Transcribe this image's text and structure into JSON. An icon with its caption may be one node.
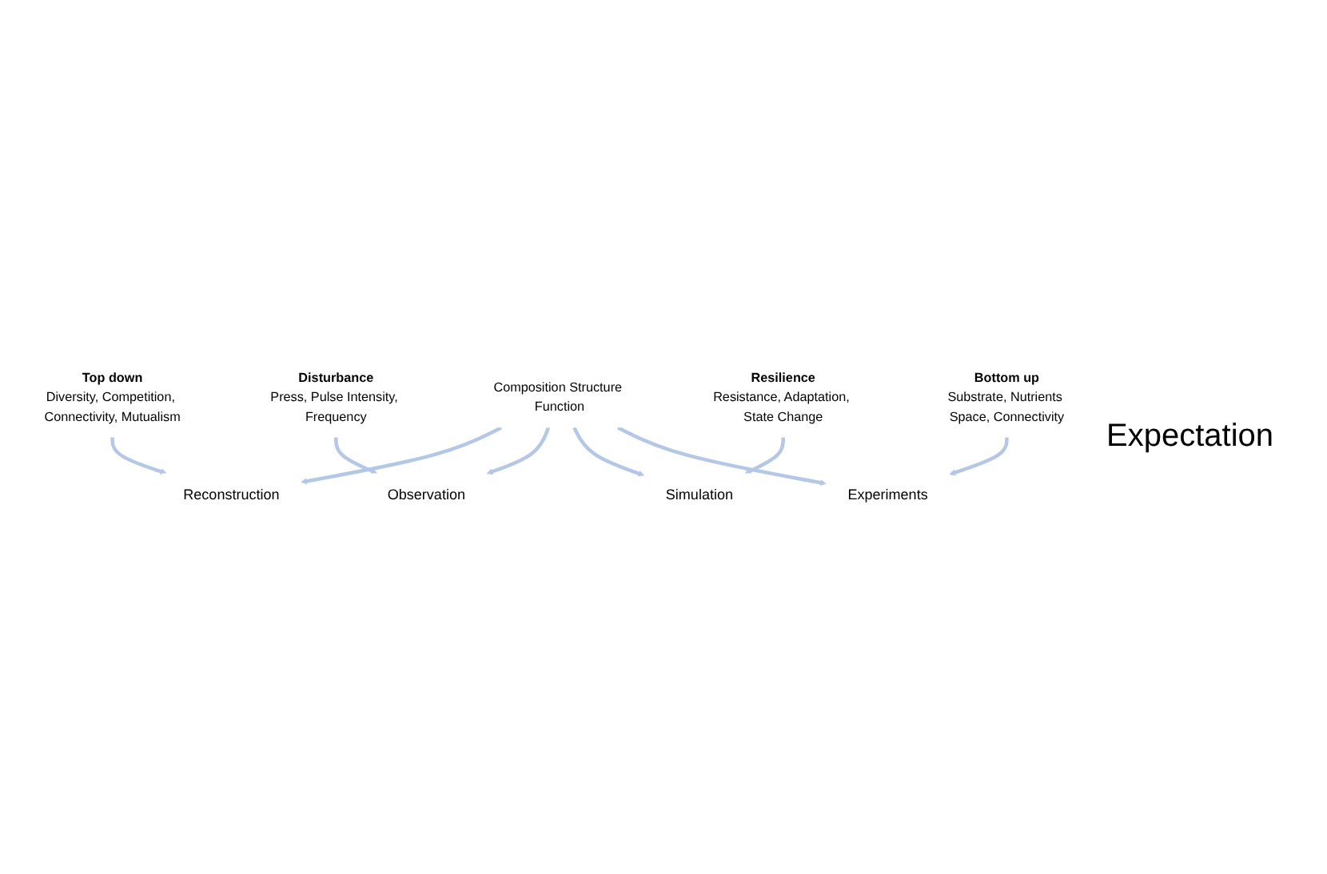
{
  "diagram": {
    "nodes": [
      {
        "text": [
          "Top down",
          "Diversity, Competition, Connectivity, Mutualism"
        ]
      },
      {
        "text": [
          "Disturbance",
          "Press, Pulse Intensity, Frequency"
        ]
      },
      {
        "text": [
          "Reconstruction"
        ]
      },
      {
        "text": [
          "Observation"
        ]
      },
      {
        "text": [
          "Composition Structure Function"
        ]
      },
      {
        "text": [
          "Simulation"
        ]
      },
      {
        "text": [
          "Resilience",
          "Resistance, Adaptation, State Change"
        ]
      },
      {
        "text": [
          "Experiments"
        ]
      },
      {
        "text": [
          "Bottom up",
          "Substrate, Nutrients Space, Connectivity"
        ]
      }
    ],
    "edges": [
      {
        "from": 0,
        "to": 2,
        "arrow": "to"
      },
      {
        "from": 4,
        "to": 2,
        "arrow": "to"
      },
      {
        "from": 4,
        "to": 3,
        "arrow": "to"
      },
      {
        "from": 1,
        "to": 3,
        "arrow": "to"
      },
      {
        "from": 4,
        "to": 5,
        "arrow": "to"
      },
      {
        "from": 6,
        "to": 5,
        "arrow": "to"
      },
      {
        "from": 4,
        "to": 7,
        "arrow": "to"
      },
      {
        "from": 8,
        "to": 7,
        "arrow": "to"
      }
    ],
    "labels": [
      "Expectation"
    ]
  }
}
